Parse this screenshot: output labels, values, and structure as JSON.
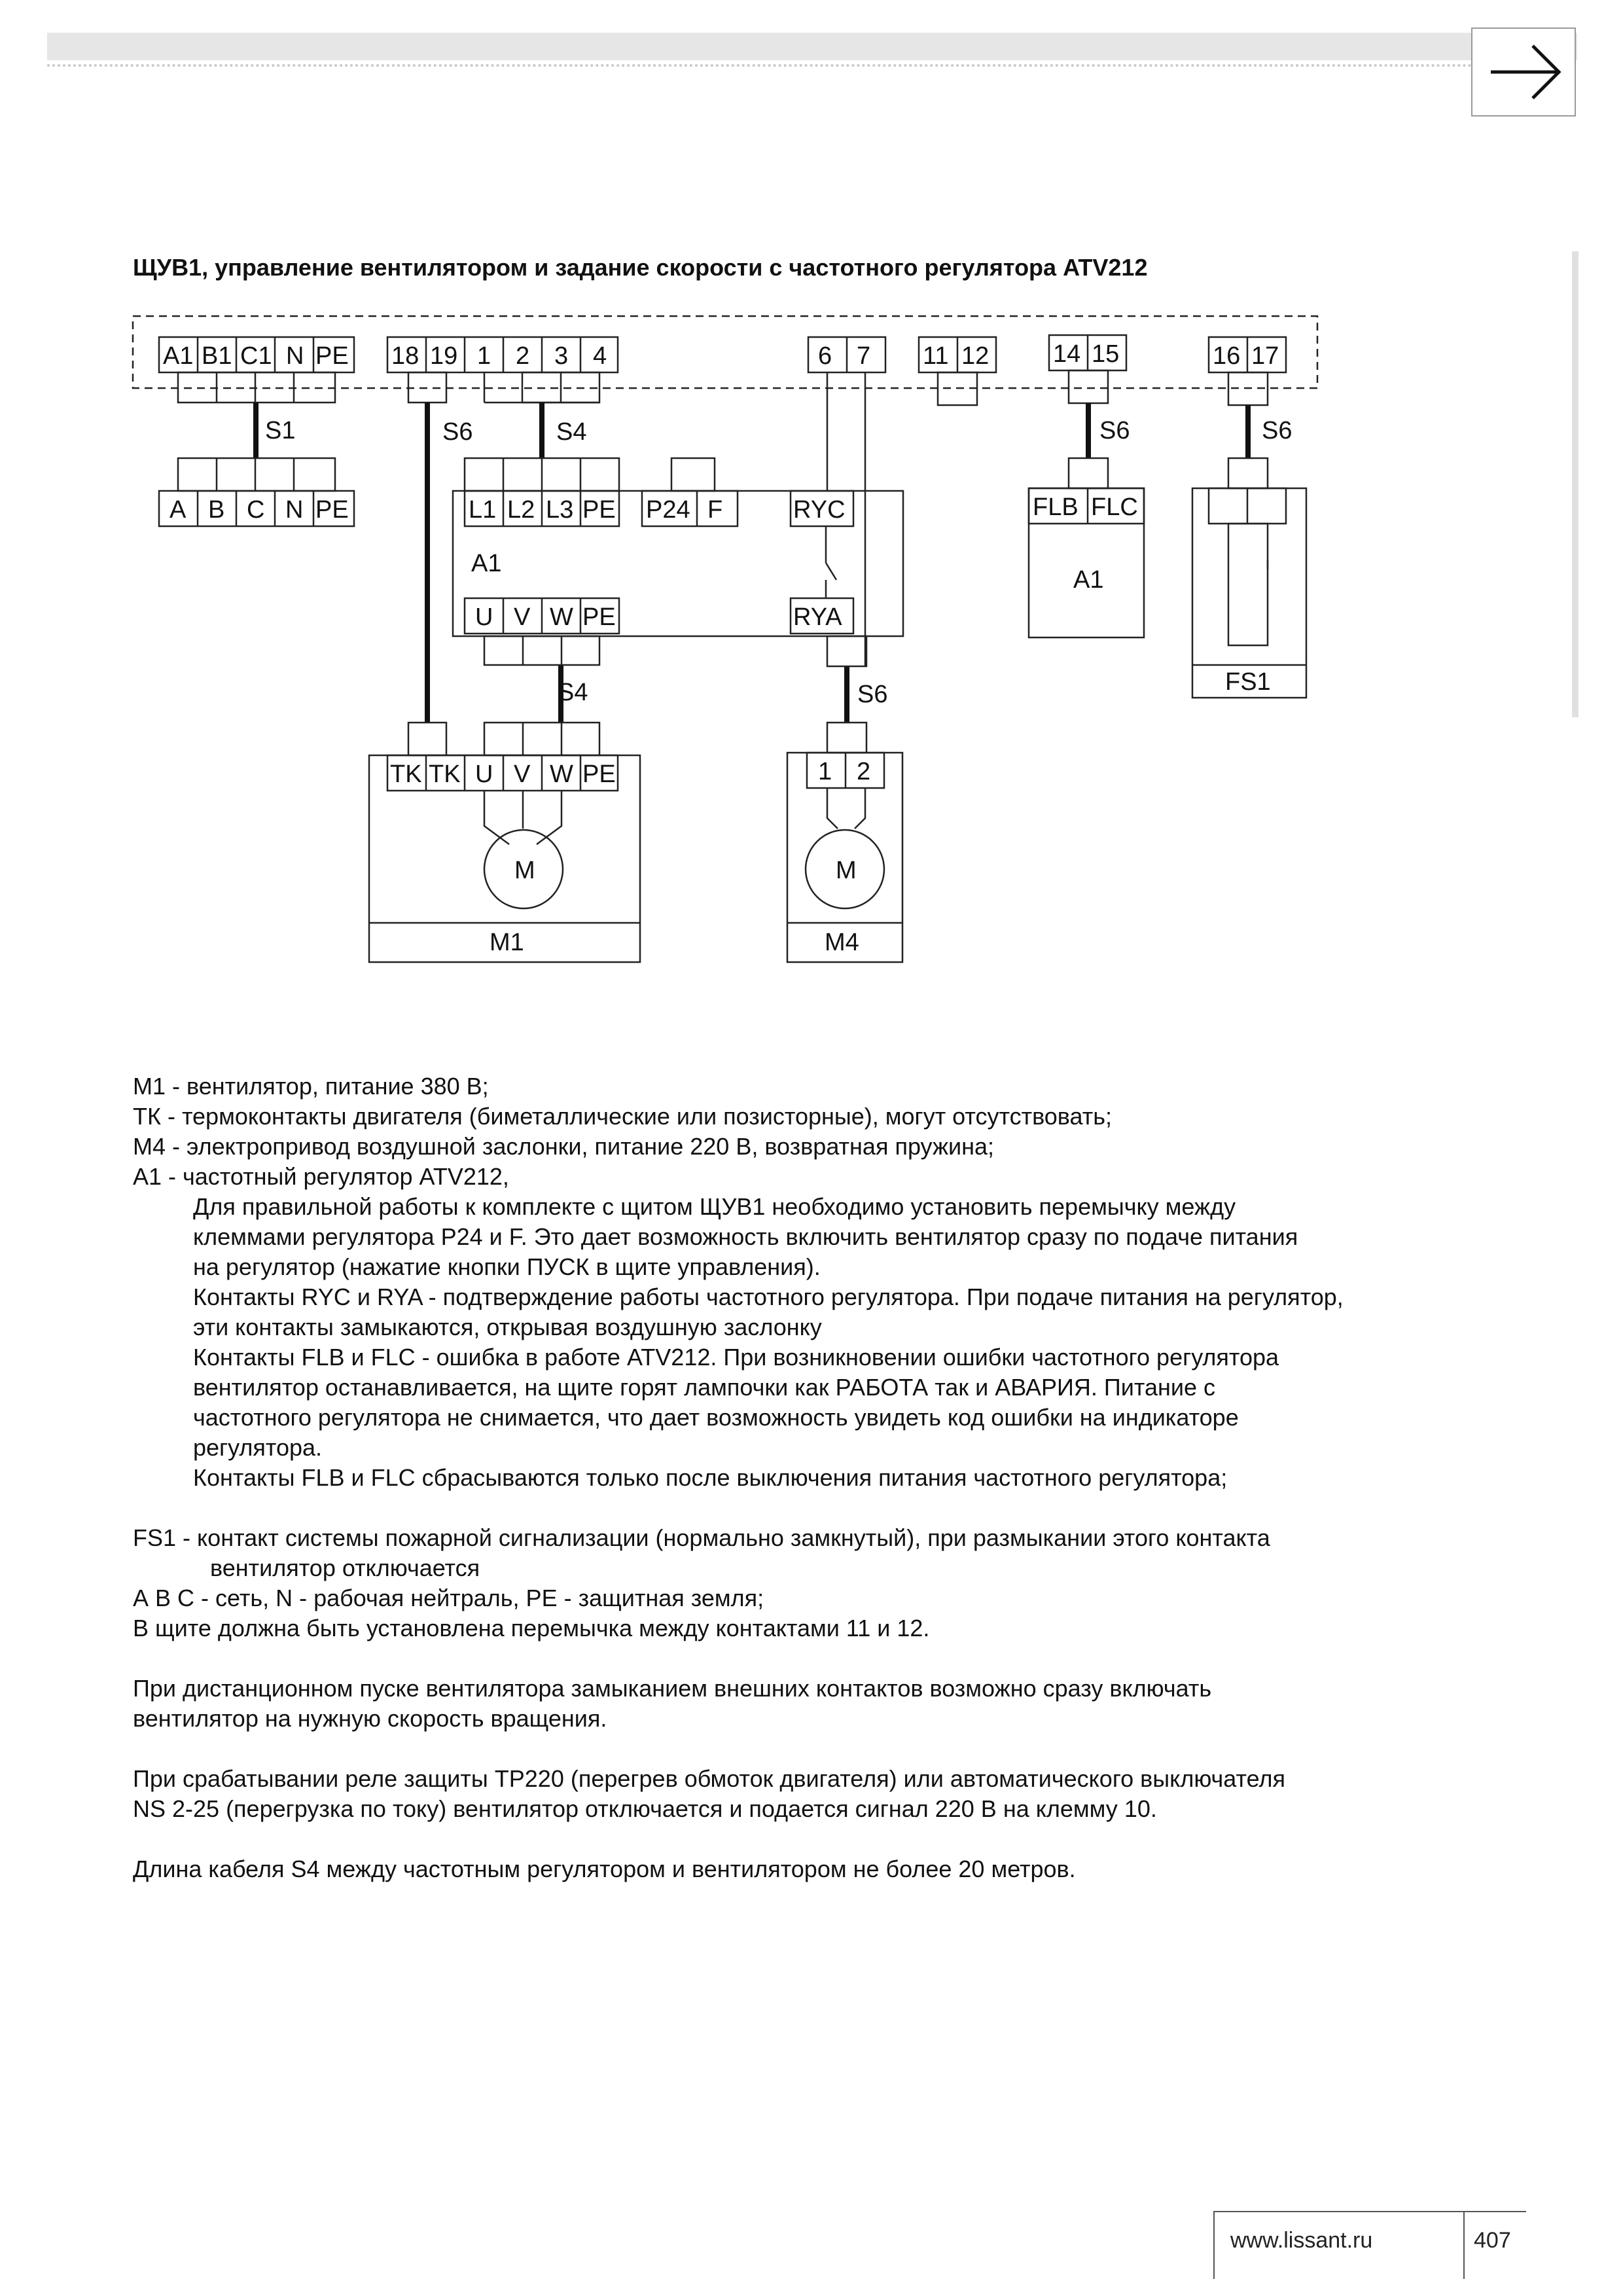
{
  "header": {
    "nav_icon": "arrow-right-icon"
  },
  "title": "ЩУВ1, управление вентилятором и задание скорости с частотного регулятора ATV212",
  "diagram": {
    "shield_terminals": {
      "power": [
        "A1",
        "B1",
        "C1",
        "N",
        "PE"
      ],
      "control": [
        "18",
        "19",
        "1",
        "2",
        "3",
        "4"
      ],
      "ryc": [
        "6",
        "7"
      ],
      "jumper": [
        "11",
        "12"
      ],
      "fault": [
        "14",
        "15"
      ],
      "fire": [
        "16",
        "17"
      ]
    },
    "cable_labels": {
      "s1": "S1",
      "s6a": "S6",
      "s4a": "S4",
      "s6b": "S6",
      "s6c": "S6",
      "s4b": "S4",
      "s6d": "S6"
    },
    "mains_terminals": [
      "A",
      "B",
      "C",
      "N",
      "PE"
    ],
    "vfd": {
      "label": "A1",
      "inputs": [
        "L1",
        "L2",
        "L3",
        "PE"
      ],
      "p24": [
        "P24",
        "F"
      ],
      "ryc": "RYC",
      "outputs": [
        "U",
        "V",
        "W",
        "PE"
      ],
      "rya": "RYA"
    },
    "fault_block": {
      "terminals": [
        "FLB",
        "FLC"
      ],
      "label": "A1"
    },
    "fire_block": {
      "label": "FS1"
    },
    "fan": {
      "terminals": [
        "TK",
        "TK",
        "U",
        "V",
        "W",
        "PE"
      ],
      "motor": "M",
      "label": "M1"
    },
    "damper": {
      "terminals": [
        "1",
        "2"
      ],
      "motor": "M",
      "label": "M4"
    }
  },
  "notes": {
    "l1": "M1 - вентилятор, питание 380 В;",
    "l2": "ТК - термоконтакты двигателя (биметаллические или позисторные), могут отсутствовать;",
    "l3": "М4 - электропривод воздушной заслонки, питание 220 В, возвратная пружина;",
    "l4": "А1 - частотный регулятор ATV212,",
    "l5": "Для правильной работы к комплекте с щитом ЩУВ1 необходимо установить перемычку между",
    "l6": "клеммами регулятора P24 и F. Это дает возможность включить вентилятор сразу по подаче питания",
    "l7": "на регулятор (нажатие кнопки ПУСК в щите управления).",
    "l8": "Контакты RYC и RYA - подтверждение работы частотного регулятора. При подаче питания на регулятор,",
    "l9": "эти контакты замыкаются, открывая воздушную заслонку",
    "l10": "Контакты FLB и FLC - ошибка в работе ATV212. При возникновении ошибки частотного регулятора",
    "l11": "вентилятор останавливается, на щите горят лампочки как РАБОТА так и АВАРИЯ. Питание с",
    "l12": "частотного регулятора не снимается, что дает возможность увидеть код ошибки на индикаторе",
    "l13": "регулятора.",
    "l14": "Контакты FLB и FLC сбрасываются только после выключения питания частотного регулятора;",
    "l15": "FS1 - контакт системы пожарной сигнализации (нормально замкнутый), при размыкании этого контакта",
    "l16": "вентилятор  отключается",
    "l17": "А  В  С - сеть, N -  рабочая нейтраль, PE - защитная земля;",
    "l18": "В щите должна быть установлена перемычка между контактами 11 и 12.",
    "l19": "При дистанционном пуске вентилятора замыканием внешних контактов возможно сразу включать",
    "l20": "вентилятор на нужную скорость вращения.",
    "l21": "При срабатывании реле защиты ТР220 (перегрев обмоток двигателя) или автоматического выключателя",
    "l22": "NS 2-25 (перегрузка по току) вентилятор отключается и подается сигнал 220 В на клемму 10.",
    "l23": "Длина кабеля S4 между частотным регулятором и вентилятором не более 20 метров."
  },
  "footer": {
    "url": "www.lissant.ru",
    "page": "407"
  }
}
